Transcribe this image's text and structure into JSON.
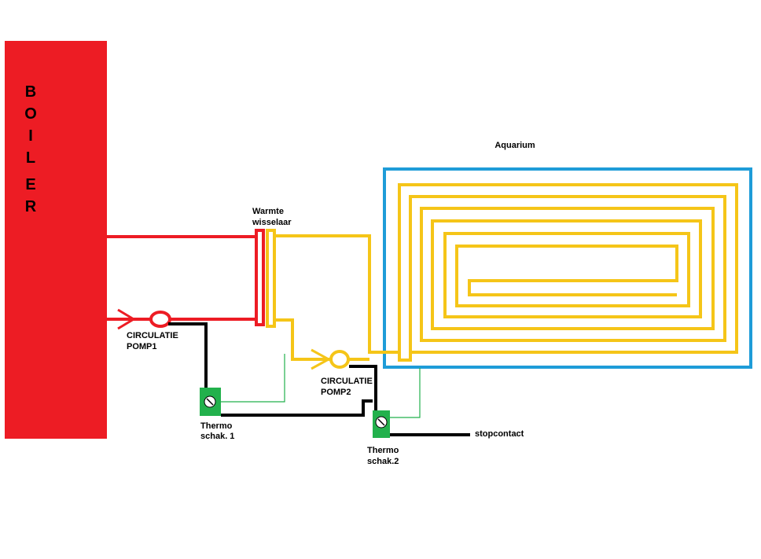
{
  "boiler": {
    "letters": [
      "B",
      "O",
      "I",
      "L",
      "E",
      "R"
    ]
  },
  "labels": {
    "aquarium": "Aquarium",
    "exchanger_line1": "Warmte",
    "exchanger_line2": "wisselaar",
    "pump1_line1": "CIRCULATIE",
    "pump1_line2": "POMP1",
    "pump2_line1": "CIRCULATIE",
    "pump2_line2": "POMP2",
    "thermo1_line1": "Thermo",
    "thermo1_line2": "schak. 1",
    "thermo2_line1": "Thermo",
    "thermo2_line2": "schak.2",
    "socket": "stopcontact"
  },
  "colors": {
    "boiler": "#ed1c24",
    "hot_circuit": "#ed1c24",
    "warm_circuit": "#f5c518",
    "aquarium_border": "#1e9cd8",
    "thermostat": "#22b14c",
    "power_wire": "#000000",
    "sensor_wire": "#22b14c"
  }
}
